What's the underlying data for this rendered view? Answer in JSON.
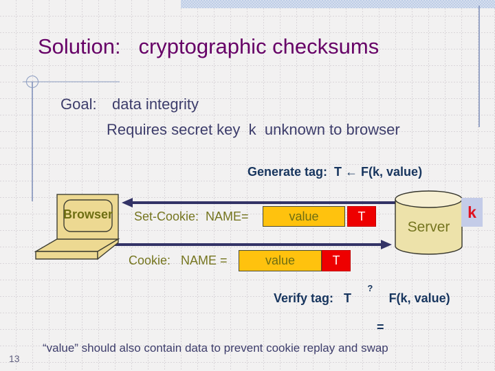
{
  "header": {
    "title": "Solution:   cryptographic checksums"
  },
  "body": {
    "goal_label": "Goal:",
    "goal_text": "data integrity",
    "requires_text": "Requires secret key  k  unknown to browser",
    "generate_tag": "Generate tag:  T ← F(k, value)",
    "verify_label": "Verify tag:   T",
    "verify_eq": "=",
    "verify_q": "?",
    "verify_rhs": "F(k, value)",
    "footnote": "“value” should also contain data to prevent cookie replay and swap"
  },
  "diagram": {
    "browser_label": "Browser",
    "server_label": "Server",
    "key_label": "k",
    "set_cookie": {
      "label": "Set-Cookie:  NAME=",
      "value": "value",
      "tag": "T"
    },
    "cookie": {
      "label": "Cookie:   NAME =",
      "value": "value",
      "tag": "T"
    }
  },
  "footer": {
    "page_number": "13"
  },
  "colors": {
    "title": "#660066",
    "body_text": "#3D3D6B",
    "bold_navy": "#17355E",
    "olive_label": "#75751F",
    "value_box": "#FFC20E",
    "tag_box": "#EE0000",
    "laptop_tan": "#EDD992",
    "cylinder_tan": "#EDE2AA",
    "key_badge": "#C4CCE8",
    "arrow": "#333366",
    "top_band": "#C8D4E8"
  }
}
